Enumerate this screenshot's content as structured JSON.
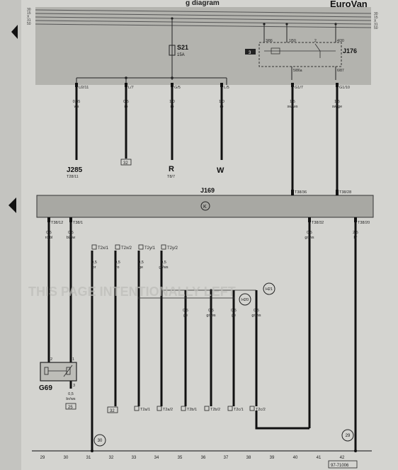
{
  "header": {
    "title_fragment": "g diagram",
    "brand": "EuroVan"
  },
  "rail_labels_left": [
    "30",
    "15",
    "X",
    "31",
    "50"
  ],
  "rail_labels_right": [
    "30",
    "15",
    "X",
    "31",
    "50"
  ],
  "components": {
    "fuse": {
      "id": "S21",
      "rating": "15A"
    },
    "relay": {
      "id": "J176",
      "terminals": [
        "3/86",
        "1/50",
        "2",
        "4/30",
        "5/86a",
        "6/87"
      ]
    },
    "box3": "3",
    "main_block": {
      "id": "J169",
      "circle": "K"
    },
    "sensor": {
      "id": "G69"
    },
    "bottom_circle_30": "30",
    "bottom_circle_29": "29",
    "h20": "H20",
    "h21": "H21"
  },
  "top_wires": [
    {
      "term": "U2/11",
      "size": "0,35",
      "color": "ws",
      "dest": "J285",
      "dest_sub": "T28/11"
    },
    {
      "term": "L/7",
      "size": "0,5",
      "color": "ro",
      "dest": "32"
    },
    {
      "term": "G/5",
      "size": "1,0",
      "color": "ro",
      "dest": "R",
      "dest_sub": "T8/7"
    },
    {
      "term": "L/5",
      "size": "1,0",
      "color": "ro",
      "dest": "W"
    },
    {
      "term": "G1/7",
      "size": "1,5",
      "color": "sw/ws",
      "term2": "T38/36"
    },
    {
      "term": "G1/10",
      "size": "1,5",
      "color": "sw/ge",
      "term2": "T38/28"
    }
  ],
  "lower_left_wires": [
    {
      "term": "T38/12",
      "size": "0,5",
      "color": "ro/bl",
      "pin": "2"
    },
    {
      "term": "T38/1",
      "size": "0,5",
      "color": "bl/sw",
      "pin": "1"
    }
  ],
  "sensor_wire": {
    "pin": "3",
    "size": "0,5",
    "color": "br/ws",
    "dest": "25"
  },
  "connectors_top": [
    "T2x/1",
    "T2x/2",
    "T2y/1",
    "T2y/2"
  ],
  "lower_mid_wires": [
    {
      "size": "0,5",
      "color": "br"
    },
    {
      "size": "0,5",
      "color": "ro"
    },
    {
      "size": "0,5",
      "color": "ge"
    },
    {
      "size": "0,5",
      "color": "gr/ws"
    }
  ],
  "lamp_wires": [
    {
      "size": "0,5",
      "color": "ge"
    },
    {
      "size": "0,5",
      "color": "gr/ws"
    },
    {
      "size": "0,5",
      "color": "ge"
    },
    {
      "size": "0,5",
      "color": "gr/ws"
    }
  ],
  "connectors_bottom": [
    "T2a/1",
    "T2a/2",
    "T2b/1",
    "T2b/2",
    "T2c/1",
    "T2c/2"
  ],
  "box32_lower": "32",
  "right_wires": [
    {
      "term": "T38/32",
      "size": "0,5",
      "color": "gr/ws"
    },
    {
      "term": "T38/20",
      "size": "2,5",
      "color": "br"
    }
  ],
  "current_track": [
    "29",
    "30",
    "31",
    "32",
    "33",
    "34",
    "35",
    "36",
    "37",
    "38",
    "39",
    "40",
    "41",
    "42"
  ],
  "footer_code": "97-71006",
  "watermark": "THIS PAGE INTENTIONALLY LEFT"
}
